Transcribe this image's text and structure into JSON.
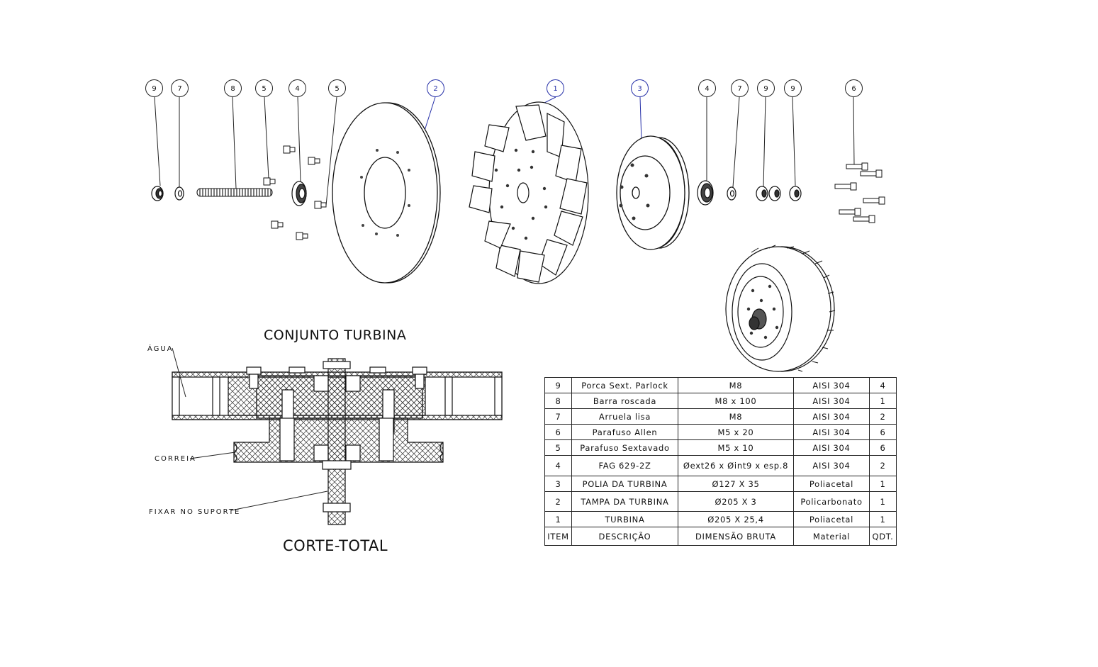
{
  "titles": {
    "assembly": "CONJUNTO TURBINA",
    "section": "CORTE-TOTAL"
  },
  "section_labels": {
    "water": "ÁGUA",
    "belt": "CORREIA",
    "fix": "FIXAR NO SUPORTE"
  },
  "balloons": [
    "9",
    "7",
    "8",
    "5",
    "4",
    "5",
    "2",
    "1",
    "3",
    "4",
    "7",
    "9",
    "9",
    "6"
  ],
  "bom": {
    "rows": [
      [
        "9",
        "Porca Sext. Parlock",
        "M8",
        "AISI 304",
        "4"
      ],
      [
        "8",
        "Barra roscada",
        "M8 x 100",
        "AISI 304",
        "1"
      ],
      [
        "7",
        "Arruela lisa",
        "M8",
        "AISI 304",
        "2"
      ],
      [
        "6",
        "Parafuso Allen",
        "M5 x 20",
        "AISI 304",
        "6"
      ],
      [
        "5",
        "Parafuso Sextavado",
        "M5 x 10",
        "AISI 304",
        "6"
      ],
      [
        "4",
        "FAG 629-2Z",
        "Øext26 x Øint9 x esp.8",
        "AISI 304",
        "2"
      ],
      [
        "3",
        "POLIA DA TURBINA",
        "Ø127 X 35",
        "Poliacetal",
        "1"
      ],
      [
        "2",
        "TAMPA DA TURBINA",
        "Ø205 X 3",
        "Policarbonato",
        "1"
      ],
      [
        "1",
        "TURBINA",
        "Ø205 X 25,4",
        "Poliacetal",
        "1"
      ]
    ],
    "header": [
      "ITEM",
      "DESCRIÇÃO",
      "DIMENSÃO BRUTA",
      "Material",
      "QDT."
    ]
  }
}
